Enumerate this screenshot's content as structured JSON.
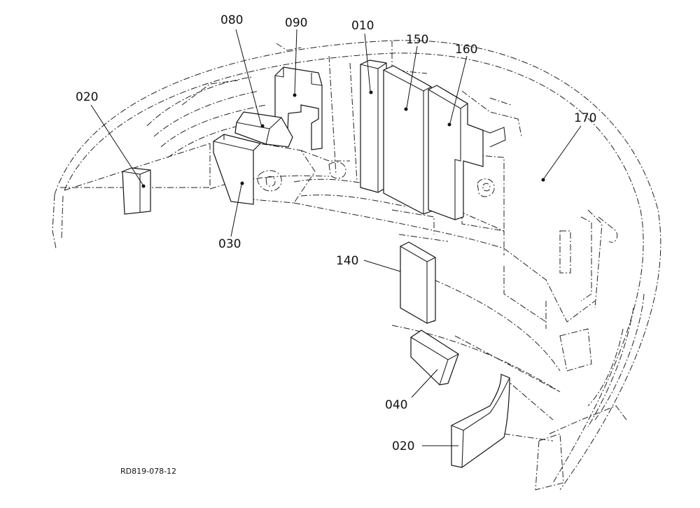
{
  "diagram": {
    "drawing_code": "RD819-078-12",
    "callouts": {
      "c080": "080",
      "c090": "090",
      "c010": "010",
      "c150": "150",
      "c160": "160",
      "c020_left": "020",
      "c170": "170",
      "c030": "030",
      "c140": "140",
      "c040": "040",
      "c020_bottom": "020"
    }
  }
}
